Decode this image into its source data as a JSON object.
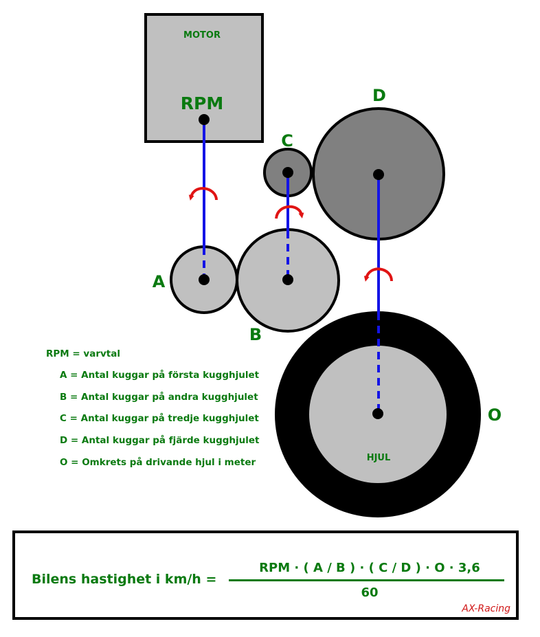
{
  "motor": {
    "title": "MOTOR",
    "rpm_label": "RPM"
  },
  "gears": {
    "A": {
      "label": "A"
    },
    "B": {
      "label": "B"
    },
    "C": {
      "label": "C"
    },
    "D": {
      "label": "D"
    },
    "O": {
      "label": "O",
      "wheel_label": "HJUL"
    }
  },
  "legend": [
    "RPM = varvtal",
    "A = Antal kuggar på första kugghjulet",
    "B = Antal kuggar på andra kugghjulet",
    "C = Antal kuggar på tredje kugghjulet",
    "D = Antal kuggar på fjärde kugghjulet",
    "O = Omkrets på drivande hjul i meter"
  ],
  "formula": {
    "left": "Bilens hastighet i km/h =",
    "numerator": "RPM · ( A / B ) · ( C / D ) · O · 3,6",
    "denominator": "60"
  },
  "credit": "AX-Racing",
  "colors": {
    "label_green": "#0a7a10",
    "shaft_blue": "#1414e6",
    "arrow_red": "#e01414",
    "light_gray": "#c0c0c0",
    "dark_gray": "#808080",
    "tire_black": "#000000"
  }
}
